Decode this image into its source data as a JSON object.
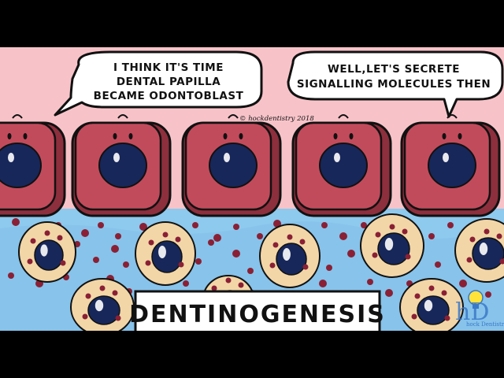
{
  "speech": {
    "left_lines": [
      "I THINK IT'S TIME",
      "DENTAL PAPILLA",
      "BECAME ODONTOBLAST"
    ],
    "right_lines": [
      "WELL,LET'S SECRETE",
      "SIGNALLING MOLECULES THEN"
    ]
  },
  "copyright": "© hockdentistry 2018",
  "title": "DENTINOGENESIS",
  "logo": {
    "letters": "hD",
    "tagline": "hock Dentistry"
  },
  "colors": {
    "background_top": "#f7c3c9",
    "background_bottom": "#8ec9ee",
    "odontoblast_cell": "#c24b5b",
    "odontoblast_shadow": "#8d2f3d",
    "nucleus": "#17275a",
    "papilla_cell": "#f3d6a7",
    "signal_molecule": "#8a2035"
  }
}
